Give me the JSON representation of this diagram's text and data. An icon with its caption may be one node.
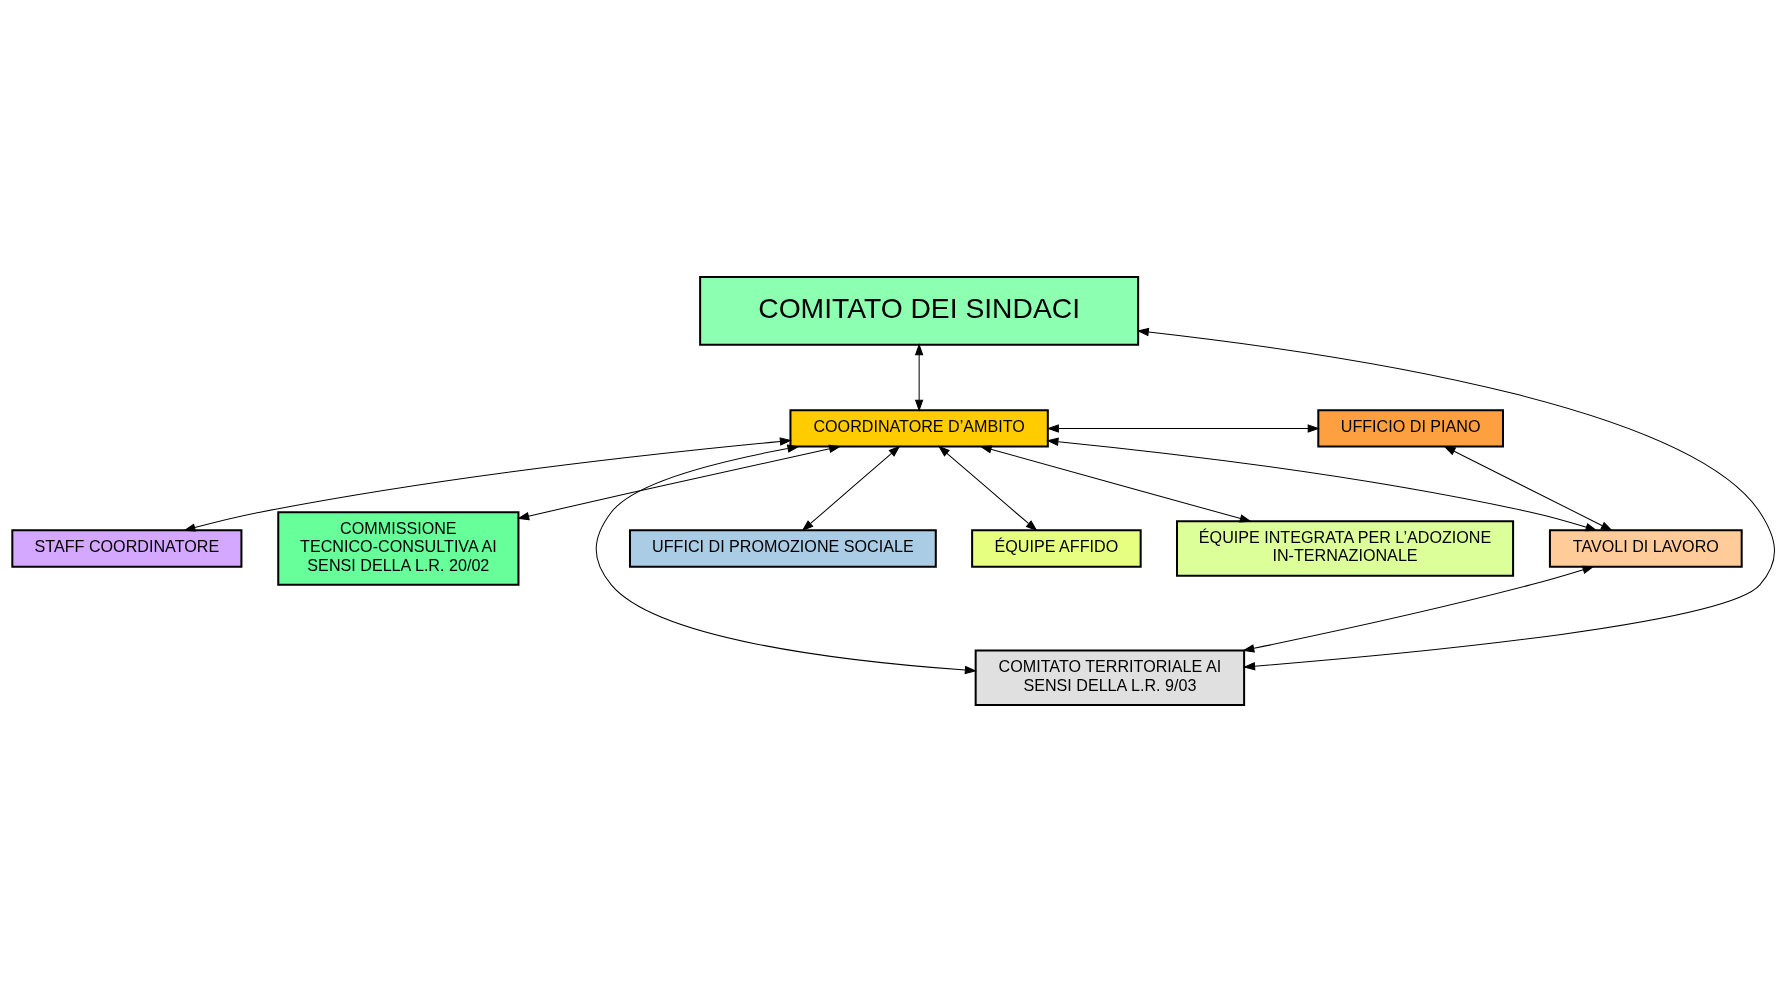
{
  "diagram": {
    "nodes": [
      {
        "text": [
          "COMITATO DEI SINDACI"
        ]
      },
      {
        "text": [
          "COORDINATORE D’AMBITO"
        ]
      },
      {
        "text": [
          "UFFICIO DI PIANO"
        ]
      },
      {
        "text": [
          "TAVOLI DI LAVORO"
        ]
      },
      {
        "text": [
          "STAFF COORDINATORE"
        ]
      },
      {
        "text": [
          "COMMISSIONE TECNICO-CONSULTIVA AI SENSI DELLA L.R. 20/02"
        ]
      },
      {
        "text": [
          "COMITATO TERRITORIALE AI SENSI DELLA L.R. 9/03"
        ]
      },
      {
        "text": [
          "UFFICI DI PROMOZIONE SOCIALE"
        ]
      },
      {
        "text": [
          "ÉQUIPE AFFIDO"
        ]
      },
      {
        "text": [
          "ÉQUIPE INTEGRATA PER L’ADOZIONE IN-TERNAZIONALE"
        ]
      }
    ],
    "edges": [
      {
        "from": 0,
        "to": 1,
        "arrow": "both"
      },
      {
        "from": 1,
        "to": 2,
        "arrow": "both"
      },
      {
        "from": 2,
        "to": 3,
        "arrow": "both"
      },
      {
        "from": 1,
        "to": 3,
        "arrow": "both"
      },
      {
        "from": 1,
        "to": 4,
        "arrow": "both"
      },
      {
        "from": 1,
        "to": 7,
        "arrow": "both"
      },
      {
        "from": 1,
        "to": 8,
        "arrow": "both"
      },
      {
        "from": 1,
        "to": 9,
        "arrow": "both"
      },
      {
        "from": 1,
        "to": 5,
        "arrow": "both"
      },
      {
        "from": 1,
        "to": 6,
        "arrow": "both"
      },
      {
        "from": 3,
        "to": 6,
        "arrow": "both"
      },
      {
        "from": 6,
        "to": 0,
        "arrow": "both"
      }
    ]
  }
}
